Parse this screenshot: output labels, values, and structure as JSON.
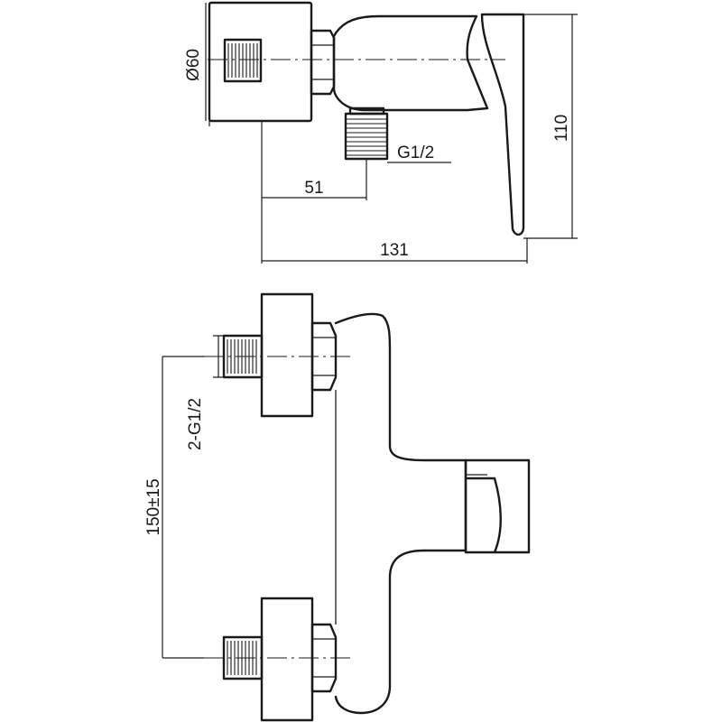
{
  "dimensions": {
    "body_diameter": "Ø60",
    "height": "110",
    "outlet_thread": "G1/2",
    "outlet_offset": "51",
    "total_depth": "131",
    "inlet_threads": "2-G1/2",
    "inlet_spacing": "150±15"
  }
}
